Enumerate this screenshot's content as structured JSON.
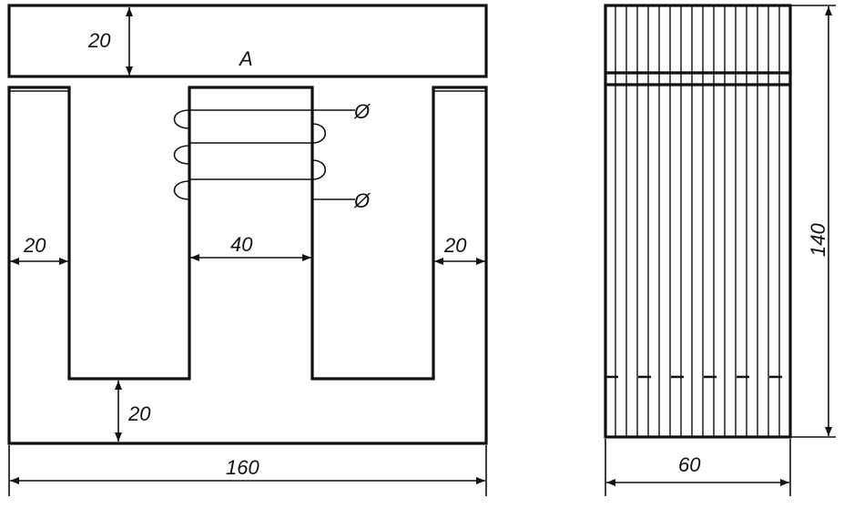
{
  "front_view": {
    "label_a": "A",
    "dim_top_yoke": "20",
    "dim_left_leg": "20",
    "dim_center_leg": "40",
    "dim_right_leg": "20",
    "dim_bottom_yoke": "20",
    "dim_total_width": "160",
    "terminal_symbol": "Ø"
  },
  "side_view": {
    "dim_height": "140",
    "dim_depth": "60"
  }
}
